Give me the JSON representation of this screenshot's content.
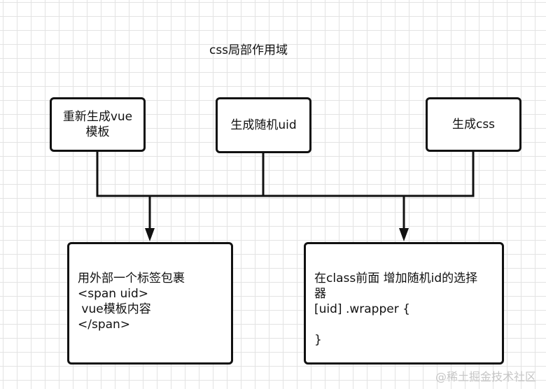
{
  "diagram": {
    "title": "css局部作用域",
    "nodes": {
      "regen_template": [
        "重新生成vue",
        "模板"
      ],
      "gen_uid": [
        "生成随机uid"
      ],
      "gen_css": [
        "生成css"
      ],
      "wrap_tag": [
        "用外部一个标签包裹",
        "<span uid>",
        " vue模板内容",
        "</span>"
      ],
      "class_prefix": [
        "在class前面 增加随机id的选择",
        "器",
        "[uid] .wrapper {",
        "",
        "}"
      ]
    },
    "watermark": "@稀土掘金技术社区"
  }
}
